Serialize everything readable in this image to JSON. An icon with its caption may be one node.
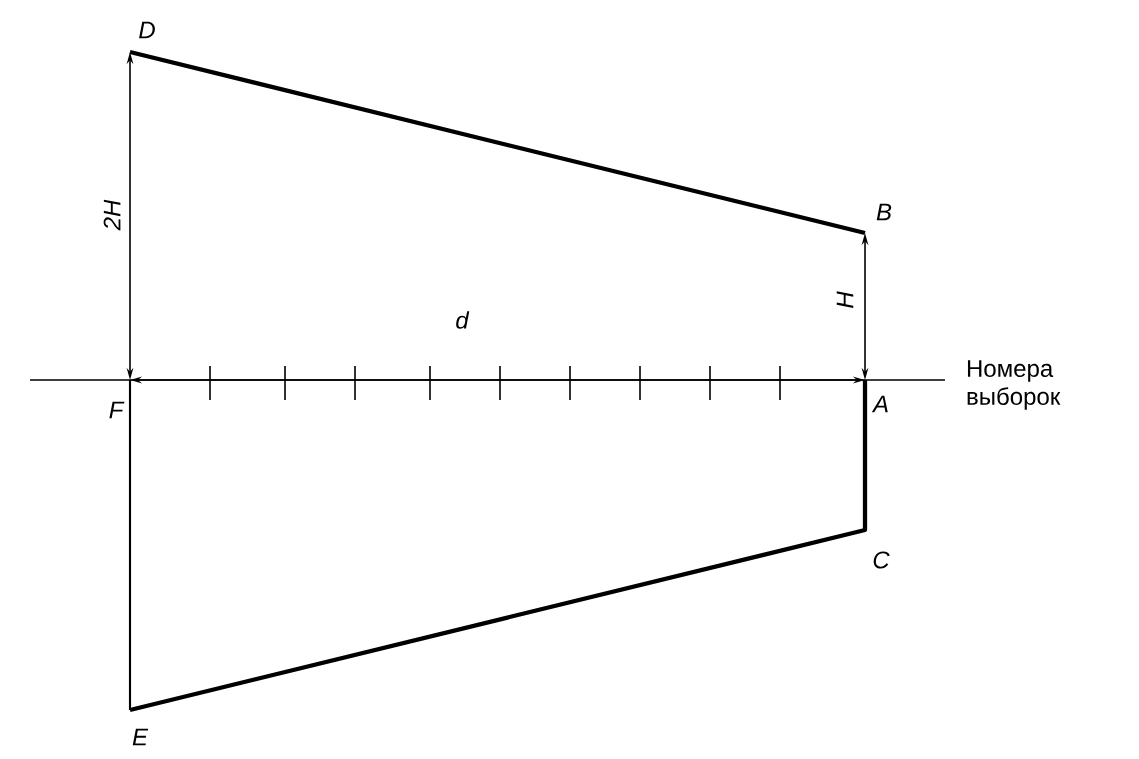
{
  "diagram": {
    "labels": [
      "D",
      "B",
      "2H",
      "d",
      "H",
      "F",
      "A",
      "Номера выборок",
      "C",
      "E"
    ]
  }
}
